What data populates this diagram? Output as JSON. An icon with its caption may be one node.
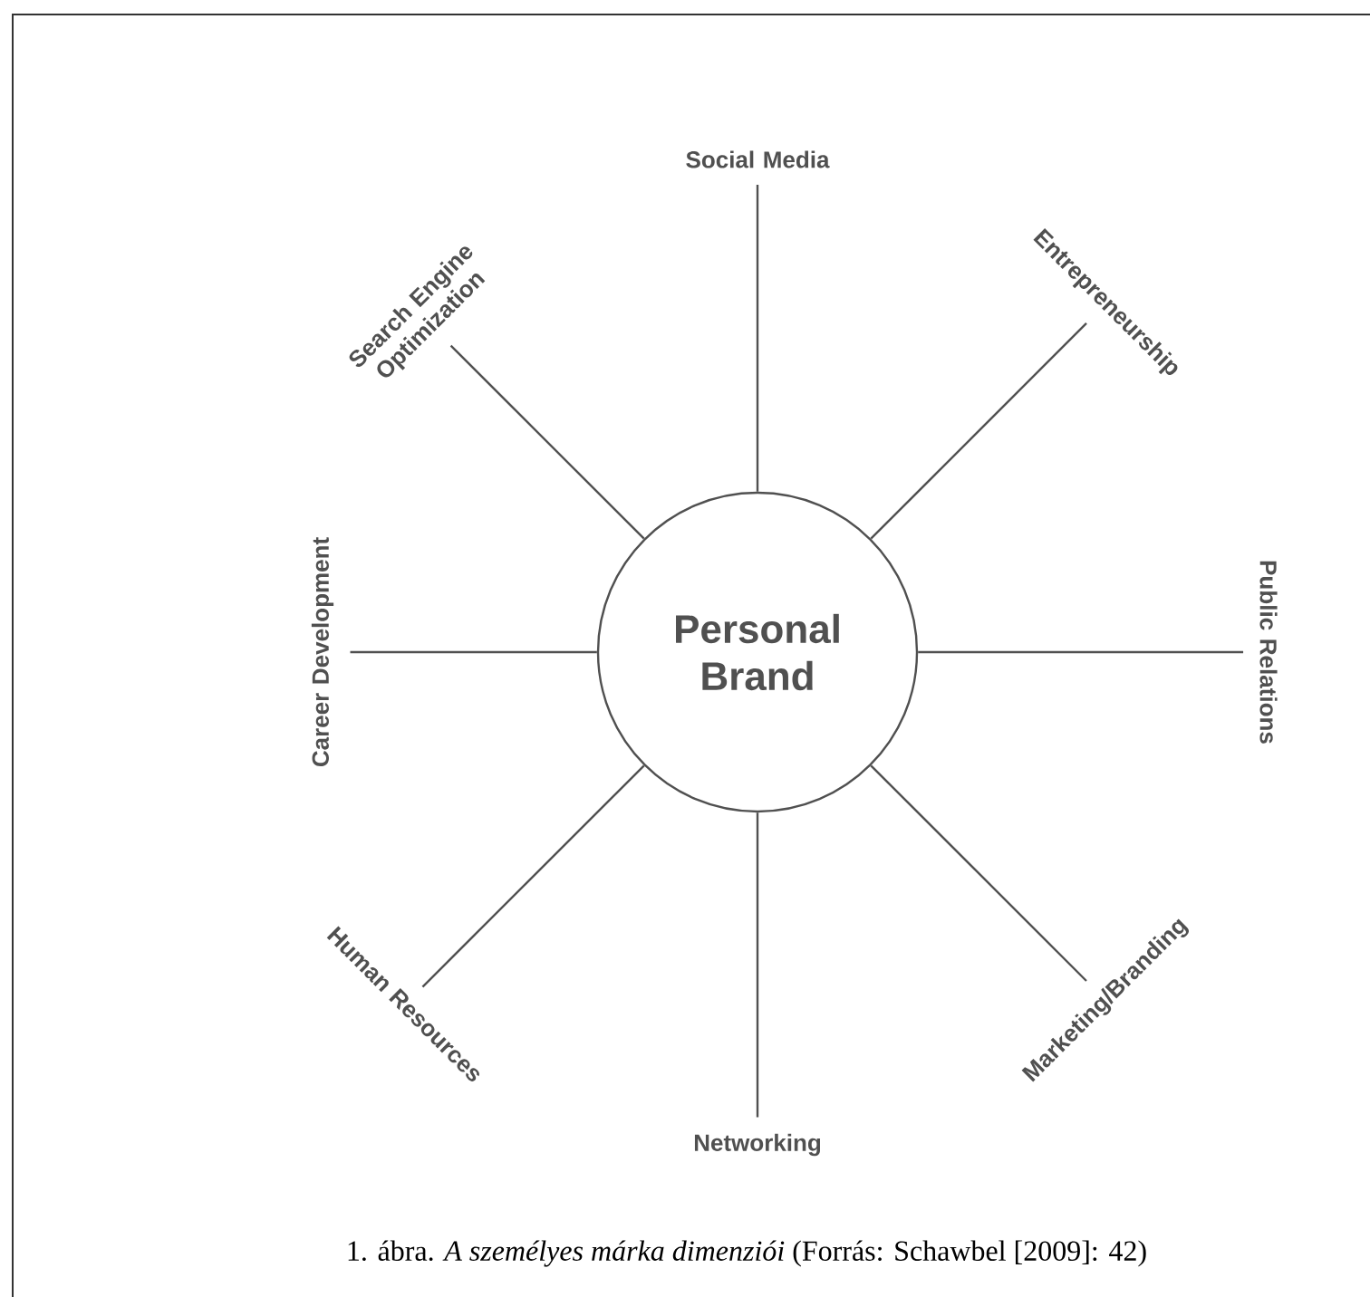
{
  "diagram": {
    "caption": "1. ábra. *A személyes márka dimenziói* (Forrás: Schawbel [2009]: 42)",
    "nodes": [
      {
        "text": [
          "Personal Brand"
        ]
      },
      {
        "text": [
          "Social Media"
        ]
      },
      {
        "text": [
          "Entrepreneurship"
        ]
      },
      {
        "text": [
          "Public Relations"
        ]
      },
      {
        "text": [
          "Marketing/Branding"
        ]
      },
      {
        "text": [
          "Networking"
        ]
      },
      {
        "text": [
          "Human Resources"
        ]
      },
      {
        "text": [
          "Career Development"
        ]
      },
      {
        "text": [
          "Search Engine Optimization"
        ]
      }
    ],
    "edges": [
      {
        "from": 0,
        "to": 1,
        "arrow": "none"
      },
      {
        "from": 0,
        "to": 2,
        "arrow": "none"
      },
      {
        "from": 0,
        "to": 3,
        "arrow": "none"
      },
      {
        "from": 0,
        "to": 4,
        "arrow": "none"
      },
      {
        "from": 0,
        "to": 5,
        "arrow": "none"
      },
      {
        "from": 0,
        "to": 6,
        "arrow": "none"
      },
      {
        "from": 0,
        "to": 7,
        "arrow": "none"
      },
      {
        "from": 0,
        "to": 8,
        "arrow": "none"
      }
    ]
  }
}
